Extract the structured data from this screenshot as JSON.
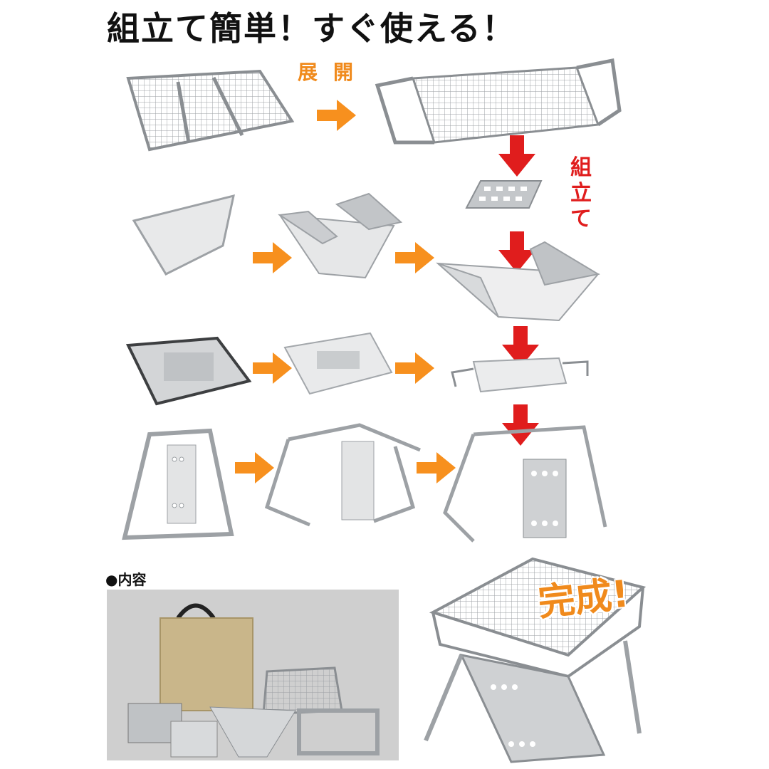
{
  "title": "組立て簡単！すぐ使える！",
  "label_unfold": "展開",
  "label_assemble": [
    "組",
    "立",
    "て"
  ],
  "contents_label": "●内容",
  "complete_label": "完成",
  "complete_exclaim": "!",
  "colors": {
    "arrow_orange": "#f7901e",
    "arrow_red": "#e01d1d",
    "steel": "#b9bcbf",
    "bag": "#c9b68a"
  }
}
